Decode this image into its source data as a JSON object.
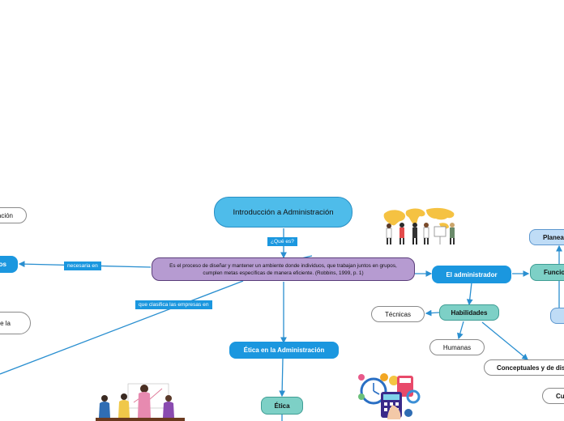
{
  "central": {
    "title": "Introducción a Administración",
    "definition": "Es el proceso de diseñar y mantener un ambiente donde individuos, que trabajan juntos en grupos, cumplen metas específicas de manera eficiente. (Robbins, 1999, p. 1)"
  },
  "links": {
    "que_es": "¿Qué es?",
    "necesaria_en": "necesaria en",
    "clasifica": "que clasifica las empresas en"
  },
  "left_nodes": {
    "top": "ación",
    "middle": "os",
    "bottom": "e la"
  },
  "etica": {
    "main": "Ética en la Administración",
    "sub": "Ética"
  },
  "administrador": {
    "title": "El administrador",
    "habilidades": "Habilidades",
    "tecnicas": "Técnicas",
    "humanas": "Humanas",
    "conceptuales": "Conceptuales y de dise",
    "cu": "Cu"
  },
  "funciones": {
    "title": "Funcio",
    "planea": "Planea"
  },
  "colors": {
    "title_fill": "#4ebcea",
    "definition_fill": "#b69bd1",
    "node_blue": "#1b97df",
    "node_teal": "#7dd0c6",
    "node_lightblue": "#bfdcf6",
    "line": "#2a8fd0"
  }
}
